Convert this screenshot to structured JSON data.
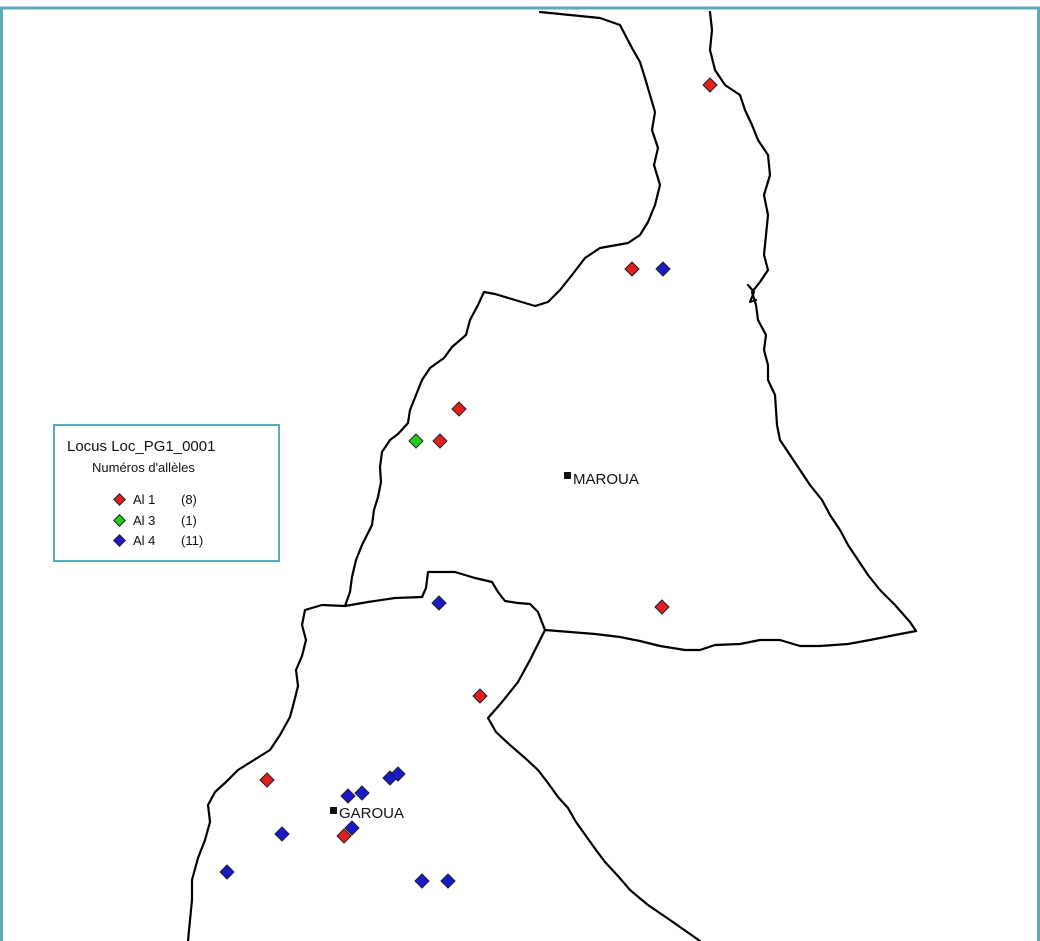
{
  "legend": {
    "title": "Locus Loc_PG1_0001",
    "subtitle": "Numéros d'allèles",
    "items": [
      {
        "label": "Al 1",
        "count": "(8)",
        "color": "#e02020"
      },
      {
        "label": "Al 3",
        "count": "(1)",
        "color": "#22cc22"
      },
      {
        "label": "Al 4",
        "count": "(11)",
        "color": "#1a1acc"
      }
    ]
  },
  "cities": [
    {
      "name": "MAROUA"
    },
    {
      "name": "GAROUA"
    }
  ],
  "colors": {
    "frame_border": "#5aa9bd",
    "boundary": "#000000",
    "al1": "#e02020",
    "al3": "#22cc22",
    "al4": "#1a1acc"
  }
}
